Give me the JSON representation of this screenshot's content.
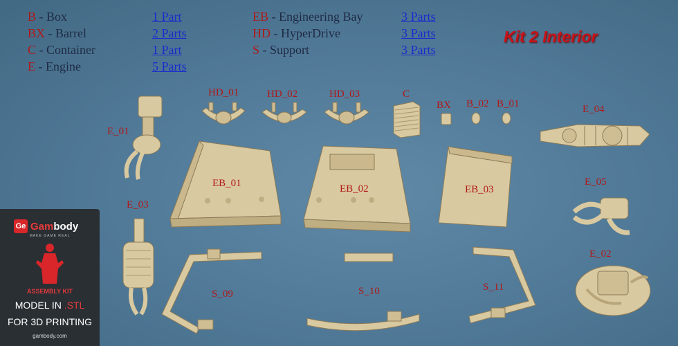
{
  "legend_left": [
    {
      "code": "B",
      "sep": " - ",
      "name": "Box",
      "count": "1 Part"
    },
    {
      "code": "BX",
      "sep": " - ",
      "name": "Barrel",
      "count": "2 Parts"
    },
    {
      "code": "C",
      "sep": " - ",
      "name": "Container",
      "count": "1 Part"
    },
    {
      "code": "E",
      "sep": " - ",
      "name": "Engine",
      "count": "5 Parts"
    }
  ],
  "legend_mid": [
    {
      "code": "EB",
      "sep": " - ",
      "name": "Engineering Bay",
      "count": "3 Parts"
    },
    {
      "code": "HD",
      "sep": " - ",
      "name": "HyperDrive",
      "count": "3 Parts"
    },
    {
      "code": "S",
      "sep": " - ",
      "name": "Support",
      "count": "3 Parts"
    }
  ],
  "title": "Kit 2 Interior",
  "labels": {
    "hd_01": "HD_01",
    "hd_02": "HD_02",
    "hd_03": "HD_03",
    "c": "C",
    "bx": "BX",
    "b_02": "B_02",
    "b_01": "B_01",
    "e_01": "E_01",
    "e_02": "E_02",
    "e_03": "E_03",
    "e_04": "E_04",
    "e_05": "E_05",
    "eb_01": "EB_01",
    "eb_02": "EB_02",
    "eb_03": "EB_03",
    "s_09": "S_09",
    "s_10": "S_10",
    "s_11": "S_11"
  },
  "badge": {
    "logo_mark": "Ge",
    "brand_first": "Gam",
    "brand_rest": "body",
    "tagline": "MAKE GAME REAL",
    "assembly": "ASSEMBLY KIT",
    "model_prefix": "MODEL IN ",
    "model_ext": ".STL",
    "printing": "FOR 3D PRINTING",
    "site": "gambody.com"
  },
  "colors": {
    "background": "#5a84a2",
    "code": "#b01818",
    "link": "#1a2ccc",
    "title": "#c8141a",
    "part": "#d9c9a0"
  }
}
